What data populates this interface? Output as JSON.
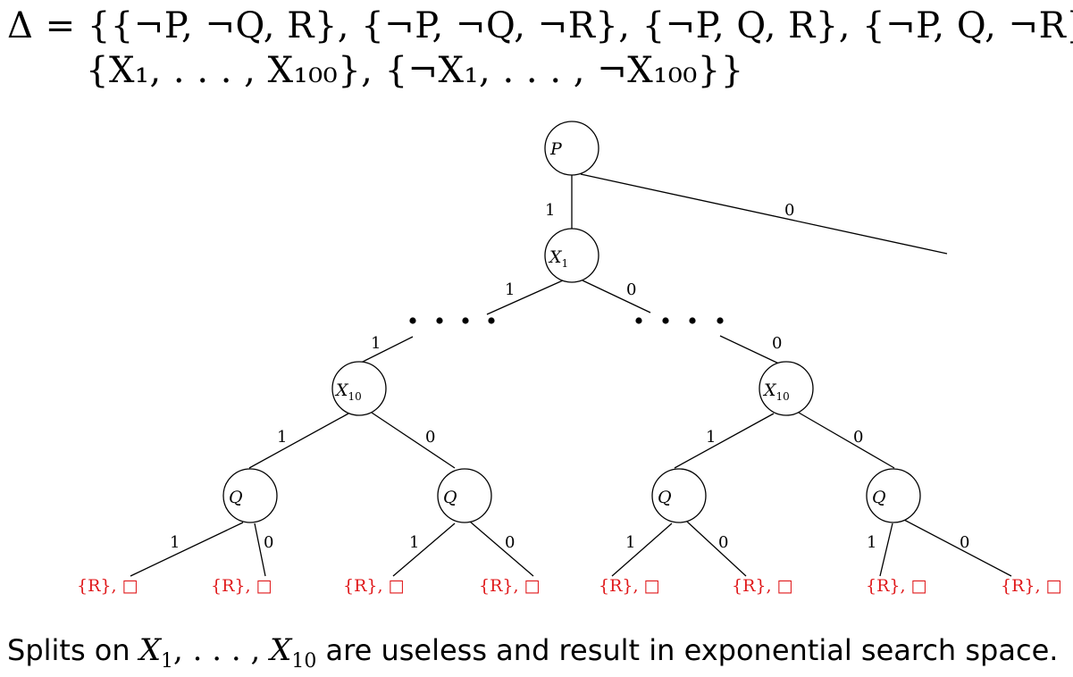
{
  "formula": {
    "line1": "Δ = {{¬P, ¬Q, R}, {¬P, ¬Q, ¬R}, {¬P, Q, R}, {¬P, Q, ¬R},",
    "line2": "{X₁, . . . , X₁₀₀}, {¬X₁, . . . , ¬X₁₀₀}}"
  },
  "tree": {
    "root": {
      "var": "P",
      "left_edge": "1",
      "right_edge": "0"
    },
    "x1": {
      "var": "X",
      "sub": "1",
      "left_edge": "1",
      "right_edge": "0"
    },
    "ellipsis": "• • • •",
    "x10_left": {
      "var": "X",
      "sub": "10",
      "in_edge": "1",
      "left_edge": "1",
      "right_edge": "0"
    },
    "x10_right": {
      "var": "X",
      "sub": "10",
      "in_edge": "0",
      "left_edge": "1",
      "right_edge": "0"
    },
    "q_nodes": [
      {
        "var": "Q",
        "left_edge": "1",
        "right_edge": "0"
      },
      {
        "var": "Q",
        "left_edge": "1",
        "right_edge": "0"
      },
      {
        "var": "Q",
        "left_edge": "1",
        "right_edge": "0"
      },
      {
        "var": "Q",
        "left_edge": "1",
        "right_edge": "0"
      }
    ],
    "leaves": [
      "{R}, □",
      "{R}, □",
      "{R}, □",
      "{R}, □",
      "{R}, □",
      "{R}, □",
      "{R}, □",
      "{R}, □"
    ],
    "leaf_color": "#e0191b"
  },
  "caption": {
    "before": "Splits on ",
    "var1": "X",
    "sub1": "1",
    "middle": ", . . . , ",
    "var2": "X",
    "sub2": "10",
    "after": " are useless and result in exponential search space."
  }
}
